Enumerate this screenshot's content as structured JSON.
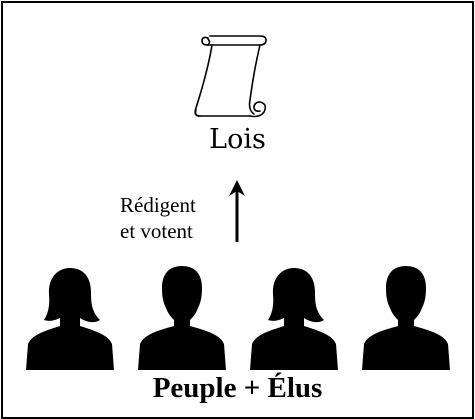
{
  "diagram": {
    "top_node": {
      "label": "Lois",
      "icon": "scroll-icon"
    },
    "relation": {
      "label_line1": "Rédigent",
      "label_line2": "et votent",
      "icon": "arrow-up-icon"
    },
    "bottom_node": {
      "label": "Peuple + Élus",
      "people": [
        {
          "icon": "woman-silhouette-icon"
        },
        {
          "icon": "man-silhouette-icon"
        },
        {
          "icon": "woman-silhouette-icon"
        },
        {
          "icon": "man-silhouette-icon"
        }
      ]
    }
  }
}
